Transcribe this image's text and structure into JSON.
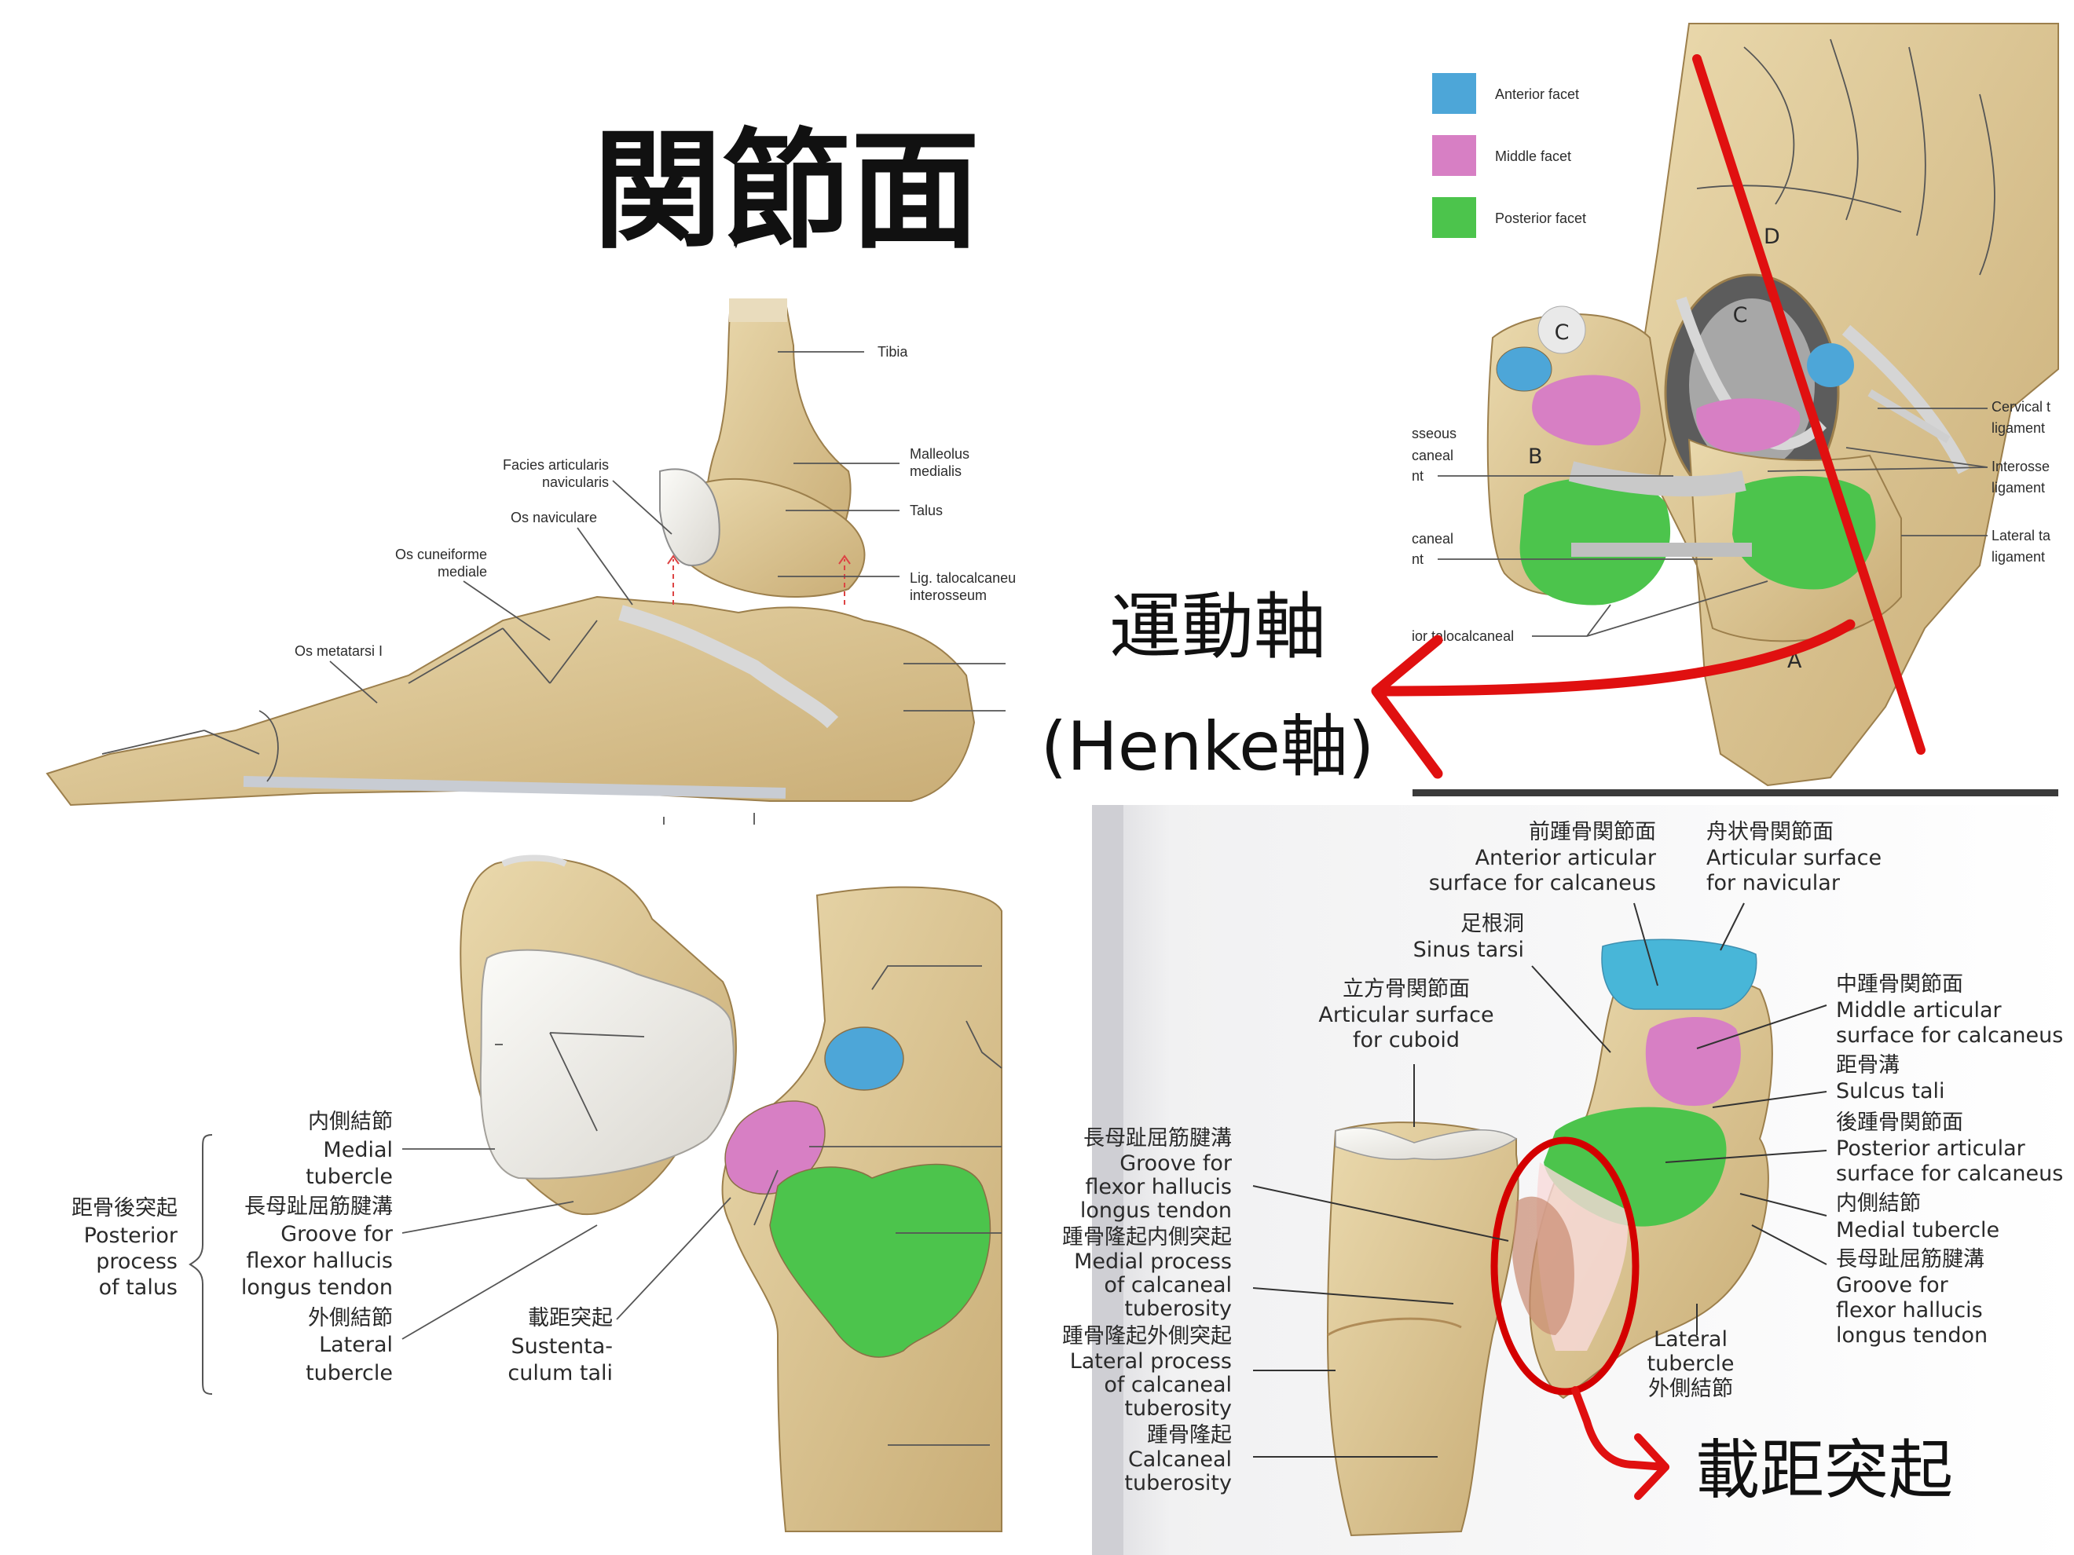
{
  "title": "関節面",
  "axis_label": "運動軸",
  "axis_label_sub": "(Henke軸)",
  "callout_label": "載距突起",
  "colors": {
    "anterior_facet": "#4da6d8",
    "middle_facet": "#d77fc4",
    "posterior_facet": "#4cc44c",
    "axis_red": "#e01010"
  },
  "legend": [
    {
      "label": "Anterior facet",
      "color": "#4da6d8"
    },
    {
      "label": "Middle facet",
      "color": "#d77fc4"
    },
    {
      "label": "Posterior facet",
      "color": "#4cc44c"
    }
  ],
  "top_right_labels": {
    "c1": "C",
    "c2": "C",
    "b": "B",
    "a": "A",
    "d": "D",
    "l_interosseous_1": "sseous",
    "l_interosseous_2": "caneal",
    "l_interosseous_3": "nt",
    "l_calcaneal_1": "caneal",
    "l_calcaneal_2": "nt",
    "l_talocalcaneal": "ior talocalcaneal",
    "r_cervical_1": "Cervical t",
    "r_cervical_2": "ligament",
    "r_interosse_1": "Interosse",
    "r_interosse_2": "ligament",
    "r_lateral_1": "Lateral ta",
    "r_lateral_2": "ligament"
  },
  "foot_labels": {
    "tibia": "Tibia",
    "malleolus_1": "Malleolus",
    "malleolus_2": "medialis",
    "talus": "Talus",
    "facies_1": "Facies articularis",
    "facies_2": "navicularis",
    "os_naviculare": "Os naviculare",
    "cuneiforme_1": "Os cuneiforme",
    "cuneiforme_2": "mediale",
    "metatarsi": "Os metatarsi I",
    "lig_1": "Lig. talocalcaneu",
    "lig_2": "interosseum"
  },
  "bottom_left_labels": {
    "medial_jp": "内側結節",
    "medial_1": "Medial",
    "medial_2": "tubercle",
    "groove_jp": "長母趾屈筋腱溝",
    "groove_1": "Groove for",
    "groove_2": "flexor hallucis",
    "groove_3": "longus tendon",
    "lateral_jp": "外側結節",
    "lateral_1": "Lateral",
    "lateral_2": "tubercle",
    "posterior_jp": "距骨後突起",
    "posterior_1": "Posterior",
    "posterior_2": "process",
    "posterior_3": "of talus",
    "sustent_jp": "載距突起",
    "sustent_1": "Sustenta-",
    "sustent_2": "culum tali"
  },
  "bottom_right_labels": {
    "ant_jp": "前踵骨関節面",
    "ant_1": "Anterior articular",
    "ant_2": "surface for calcaneus",
    "nav_jp": "舟状骨関節面",
    "nav_1": "Articular surface",
    "nav_2": "for navicular",
    "sinus_jp": "足根洞",
    "sinus_1": "Sinus tarsi",
    "cuboid_jp": "立方骨関節面",
    "cuboid_1": "Articular surface",
    "cuboid_2": "for cuboid",
    "mid_jp": "中踵骨関節面",
    "mid_1": "Middle articular",
    "mid_2": "surface for calcaneus",
    "sulcus_jp": "距骨溝",
    "sulcus_1": "Sulcus tali",
    "post_jp": "後踵骨関節面",
    "post_1": "Posterior articular",
    "post_2": "surface for calcaneus",
    "medtub_jp": "内側結節",
    "medtub_1": "Medial tubercle",
    "grv_jp": "長母趾屈筋腱溝",
    "grv_1": "Groove for",
    "grv_2": "flexor hallucis",
    "grv_3": "longus tendon",
    "lat_1": "Lateral",
    "lat_2": "tubercle",
    "lat_jp": "外側結節",
    "lg_jp": "長母趾屈筋腱溝",
    "lg_1": "Groove for",
    "lg_2": "flexor hallucis",
    "lg_3": "longus tendon",
    "mp_jp": "踵骨隆起内側突起",
    "mp_1": "Medial process",
    "mp_2": "of calcaneal",
    "mp_3": "tuberosity",
    "lp_jp": "踵骨隆起外側突起",
    "lp_1": "Lateral process",
    "lp_2": "of calcaneal",
    "lp_3": "tuberosity",
    "ct_jp": "踵骨隆起",
    "ct_1": "Calcaneal",
    "ct_2": "tuberosity"
  }
}
